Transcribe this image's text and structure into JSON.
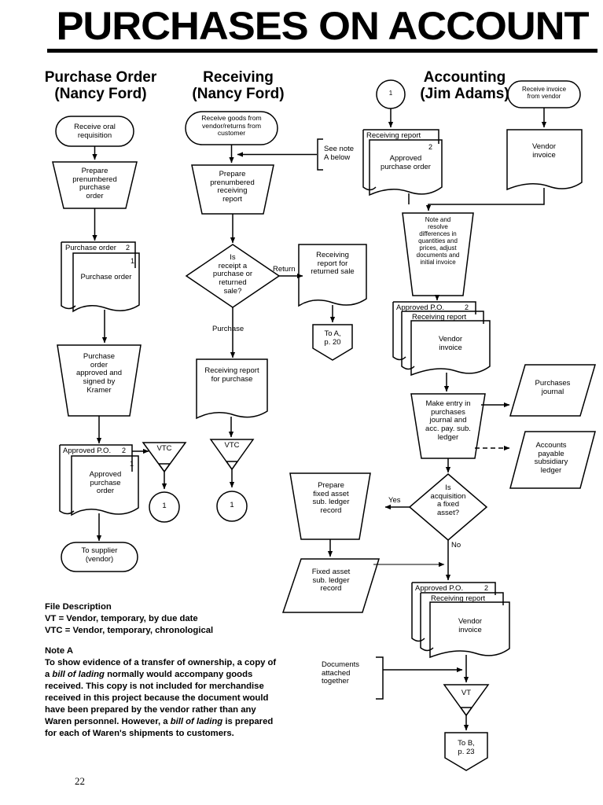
{
  "title": "PURCHASES ON ACCOUNT",
  "page_number": "22",
  "columns": [
    {
      "name": "purchase-order",
      "line1": "Purchase Order",
      "line2": "(Nancy Ford)"
    },
    {
      "name": "receiving",
      "line1": "Receiving",
      "line2": "(Nancy Ford)"
    },
    {
      "name": "accounting",
      "line1": "Accounting",
      "line2": "(Jim Adams)"
    }
  ],
  "purchase_order": {
    "terminal_start": "Receive oral\nrequisition",
    "process_prepare": "Prepare\nprenumbered\npurchase\norder",
    "doc_stack_back": "Purchase order",
    "doc_stack_back_num": "2",
    "doc_stack_front": "Purchase order",
    "doc_stack_front_num": "1",
    "process_approve": "Purchase\norder\napproved and\nsigned by\nKramer",
    "doc_appo_back": "Approved P.O.",
    "doc_appo_back_num": "2",
    "doc_appo_front": "Approved\npurchase\norder",
    "doc_appo_front_num": "1",
    "file_vtc": "VTC",
    "connector_1": "1",
    "terminal_end": "To supplier\n(vendor)"
  },
  "receiving": {
    "terminal_start": "Receive goods from\nvendor/returns from\ncustomer",
    "note_ref": "See note\nA below",
    "process_prepare": "Prepare\nprenumbered\nreceiving\nreport",
    "decision": "Is\nreceipt a\npurchase or\nreturned\nsale?",
    "branch_return": "Return",
    "branch_purchase": "Purchase",
    "doc_returned": "Receiving\nreport for\nreturned sale",
    "offpage_to_a": "To A,\np. 20",
    "doc_purchase": "Receiving report\nfor purchase",
    "file_vtc": "VTC",
    "connector_1": "1"
  },
  "accounting": {
    "connector_in_1": "1",
    "terminal_invoice": "Receive invoice\nfrom vendor",
    "stack1_back": "Receiving report",
    "stack1_front": "Approved\npurchase order",
    "stack1_front_num": "2",
    "doc_vendor_invoice": "Vendor\ninvoice",
    "process_note_resolve": "Note and\nresolve\ndifferences in\nquantities and\nprices, adjust\ndocuments and\ninitial invoice",
    "stack2_back1": "Approved P.O.",
    "stack2_back1_num": "2",
    "stack2_back2": "Receiving report",
    "stack2_front": "Vendor\ninvoice",
    "process_make_entry": "Make entry in\npurchases\njournal and\nacc. pay. sub.\nledger",
    "purchases_journal": "Purchases\njournal",
    "ap_subsidiary_ledger": "Accounts\npayable\nsubsidiary\nledger",
    "decision_fixed_asset": "Is\nacquisition\na fixed\nasset?",
    "branch_yes": "Yes",
    "branch_no": "No",
    "process_fixed_asset": "Prepare\nfixed asset\nsub. ledger\nrecord",
    "fixed_asset_ledger": "Fixed asset\nsub. ledger\nrecord",
    "stack3_back1": "Approved P.O.",
    "stack3_back1_num": "2",
    "stack3_back2": "Receiving report",
    "stack3_front": "Vendor\ninvoice",
    "documents_attached": "Documents\nattached\ntogether",
    "file_vt": "VT",
    "offpage_to_b": "To B,\np. 23"
  },
  "notes": {
    "file_description_heading": "File Description",
    "file_vt": "VT = Vendor, temporary, by due date",
    "file_vtc": "VTC = Vendor, temporary, chronological",
    "note_a_heading": "Note A",
    "note_a_p1": "To show evidence of a transfer of ownership, a copy of",
    "note_a_p2a": "a ",
    "note_a_p2i": "bill of lading",
    "note_a_p2b": " normally would accompany goods",
    "note_a_p3": "received. This copy is not included for merchandise",
    "note_a_p4": "received in this project because the document would",
    "note_a_p5": "have been prepared by the vendor rather than any",
    "note_a_p6a": "Waren personnel. However, a ",
    "note_a_p6i": "bill of lading",
    "note_a_p6b": " is prepared",
    "note_a_p7": "for each of Waren's shipments to customers."
  },
  "colors": {
    "ink": "#000000",
    "paper": "#ffffff"
  }
}
